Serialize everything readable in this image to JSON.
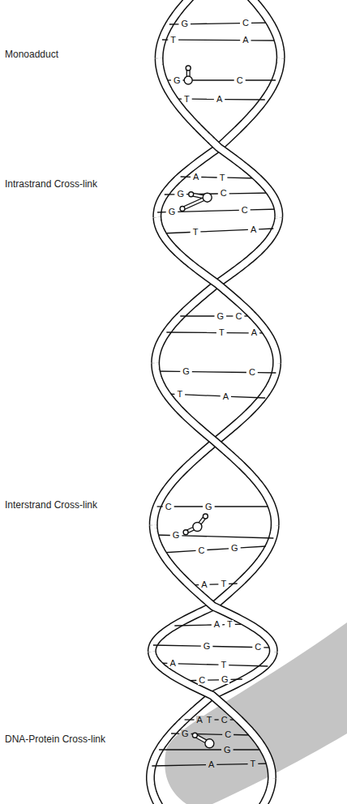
{
  "diagram": {
    "labels": [
      "G",
      "C",
      "T",
      "A",
      "Monoadduct",
      "G",
      "C",
      "T",
      "A",
      "A",
      "T",
      "Intrastrand Cross-link",
      "G",
      "C",
      "G",
      "C",
      "T",
      "A",
      "G",
      "C",
      "T",
      "A",
      "G",
      "C",
      "T",
      "A",
      "C",
      "G",
      "Interstrand Cross-link",
      "G",
      "C",
      "G",
      "A",
      "T",
      "A",
      "T",
      "G",
      "C",
      "A",
      "T",
      "C",
      "G",
      "A",
      "T",
      "C",
      "G",
      "C",
      "DNA-Protein Cross-link",
      "G",
      "A",
      "T"
    ]
  }
}
